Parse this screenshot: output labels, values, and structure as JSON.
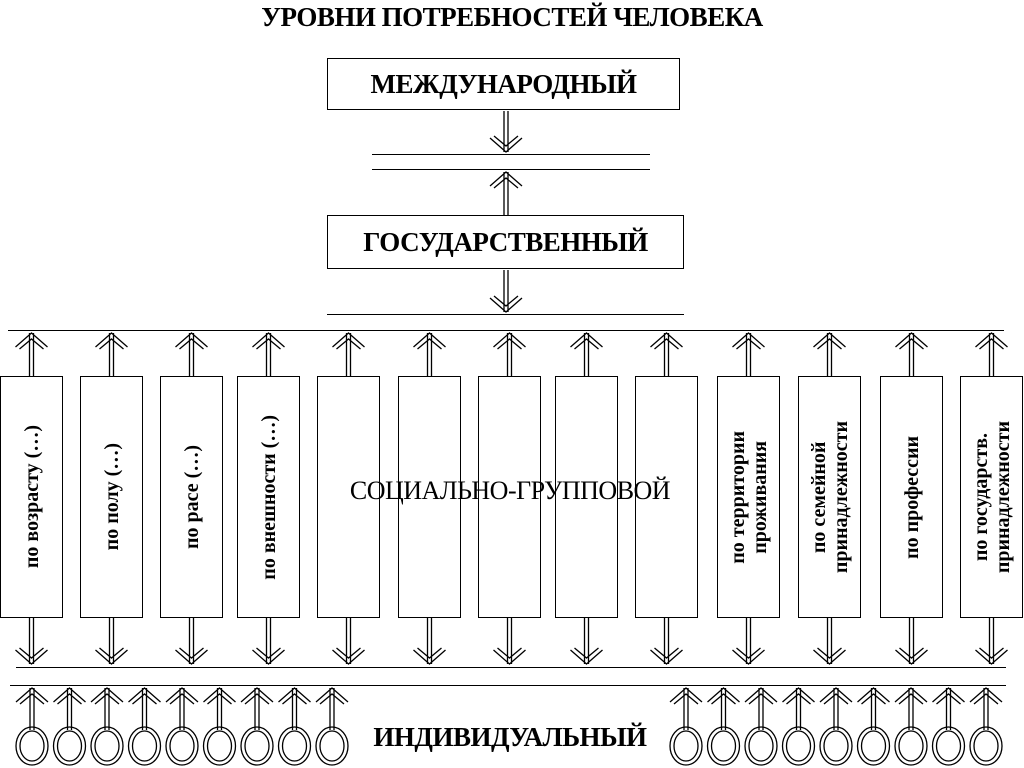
{
  "title": "УРОВНИ ПОТРЕБНОСТЕЙ ЧЕЛОВЕКА",
  "levels": {
    "international": "МЕЖДУНАРОДНЫЙ",
    "state": "ГОСУДАРСТВЕННЫЙ",
    "social_group": "СОЦИАЛЬНО-ГРУППОВОЙ",
    "individual": "ИНДИВИДУАЛЬНЫЙ"
  },
  "social_groups": [
    {
      "label": "по возрасту (…)"
    },
    {
      "label": "по полу (…)"
    },
    {
      "label": "по расе  (…)"
    },
    {
      "label": "по внешности (…)"
    },
    {
      "label": ""
    },
    {
      "label": ""
    },
    {
      "label": ""
    },
    {
      "label": ""
    },
    {
      "label": ""
    },
    {
      "label": "по территории\nпроживания"
    },
    {
      "label": "по семейной\nпринадлежности"
    },
    {
      "label": "по профессии"
    },
    {
      "label": "по государств.\nпринадлежности"
    }
  ],
  "individuals": {
    "left_count": 9,
    "right_count": 9
  }
}
